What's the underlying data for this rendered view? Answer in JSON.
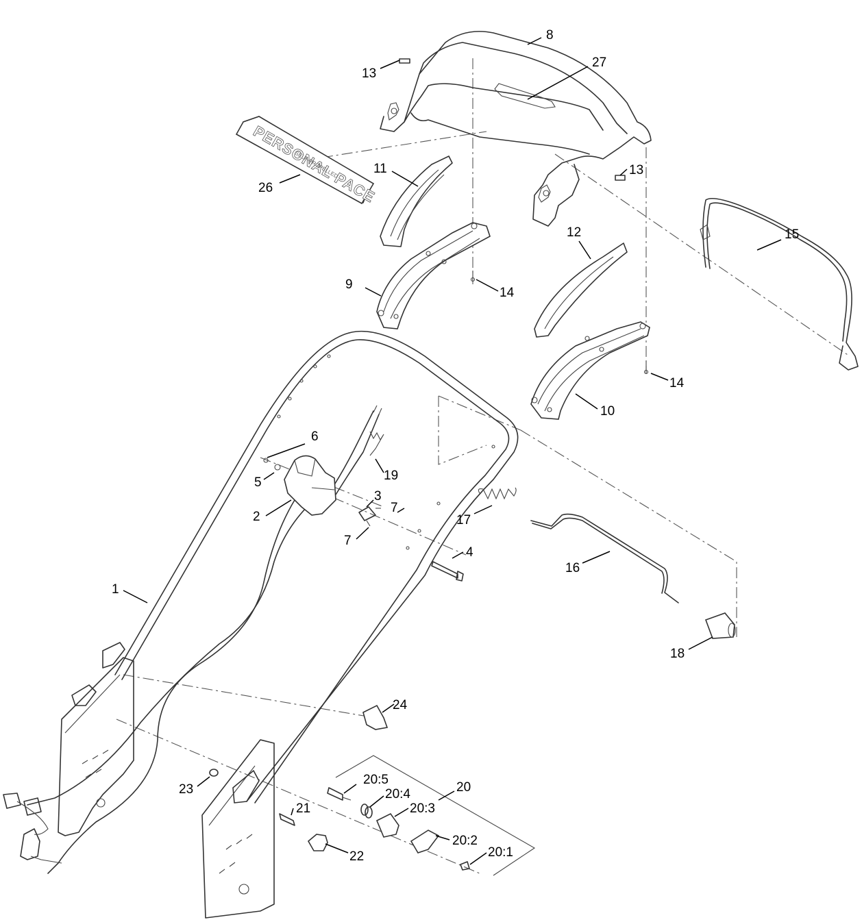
{
  "callouts": [
    {
      "id": "c1",
      "text": "1"
    },
    {
      "id": "c2",
      "text": "2"
    },
    {
      "id": "c3",
      "text": "3"
    },
    {
      "id": "c4",
      "text": "4"
    },
    {
      "id": "c5",
      "text": "5"
    },
    {
      "id": "c6",
      "text": "6"
    },
    {
      "id": "c7a",
      "text": "7"
    },
    {
      "id": "c7b",
      "text": "7"
    },
    {
      "id": "c8",
      "text": "8"
    },
    {
      "id": "c9",
      "text": "9"
    },
    {
      "id": "c10",
      "text": "10"
    },
    {
      "id": "c11",
      "text": "11"
    },
    {
      "id": "c12",
      "text": "12"
    },
    {
      "id": "c13a",
      "text": "13"
    },
    {
      "id": "c13b",
      "text": "13"
    },
    {
      "id": "c14a",
      "text": "14"
    },
    {
      "id": "c14b",
      "text": "14"
    },
    {
      "id": "c15",
      "text": "15"
    },
    {
      "id": "c16",
      "text": "16"
    },
    {
      "id": "c17",
      "text": "17"
    },
    {
      "id": "c18",
      "text": "18"
    },
    {
      "id": "c19",
      "text": "19"
    },
    {
      "id": "c20",
      "text": "20"
    },
    {
      "id": "c20_1",
      "text": "20:1"
    },
    {
      "id": "c20_2",
      "text": "20:2"
    },
    {
      "id": "c20_3",
      "text": "20:3"
    },
    {
      "id": "c20_4",
      "text": "20:4"
    },
    {
      "id": "c20_5",
      "text": "20:5"
    },
    {
      "id": "c21",
      "text": "21"
    },
    {
      "id": "c22",
      "text": "22"
    },
    {
      "id": "c23",
      "text": "23"
    },
    {
      "id": "c24",
      "text": "24"
    },
    {
      "id": "c26",
      "text": "26"
    },
    {
      "id": "c27",
      "text": "27"
    }
  ],
  "decal": {
    "main_text": "PERSONAL PACE",
    "sub_text": "SELF-PROPELLED"
  }
}
